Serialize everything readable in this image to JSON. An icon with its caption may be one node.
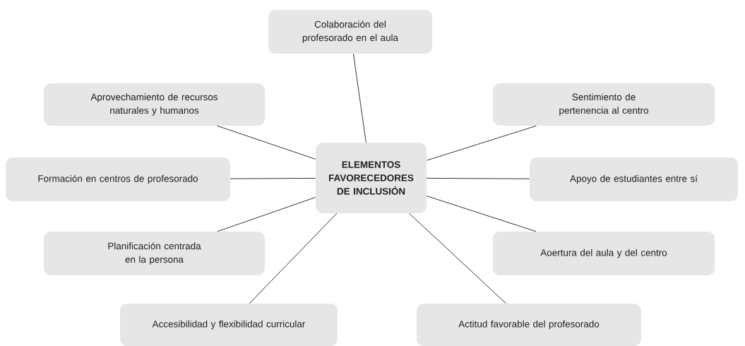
{
  "diagram": {
    "nodes": [
      {
        "text": [
          "ELEMENTOS FAVORECEDORES DE INCLUSIÓN"
        ]
      },
      {
        "text": [
          "Colaboración del profesorado en el aula"
        ]
      },
      {
        "text": [
          "Sentimiento de pertenencia al centro"
        ]
      },
      {
        "text": [
          "Apoyo de estudiantes entre sí"
        ]
      },
      {
        "text": [
          "Aoertura del aula y del centro"
        ]
      },
      {
        "text": [
          "Actitud favorable del profesorado"
        ]
      },
      {
        "text": [
          "Accesibilidad y flexibilidad curricular"
        ]
      },
      {
        "text": [
          "Planificación centrada en la persona"
        ]
      },
      {
        "text": [
          "Formación en centros de profesorado"
        ]
      },
      {
        "text": [
          "Aprovechamiento de recursos naturales y humanos"
        ]
      }
    ],
    "edges": [
      {
        "from": 0,
        "to": 1,
        "arrow": "none"
      },
      {
        "from": 0,
        "to": 2,
        "arrow": "none"
      },
      {
        "from": 0,
        "to": 3,
        "arrow": "none"
      },
      {
        "from": 0,
        "to": 4,
        "arrow": "none"
      },
      {
        "from": 0,
        "to": 5,
        "arrow": "none"
      },
      {
        "from": 0,
        "to": 6,
        "arrow": "none"
      },
      {
        "from": 0,
        "to": 7,
        "arrow": "none"
      },
      {
        "from": 0,
        "to": 8,
        "arrow": "none"
      },
      {
        "from": 0,
        "to": 9,
        "arrow": "none"
      }
    ]
  }
}
